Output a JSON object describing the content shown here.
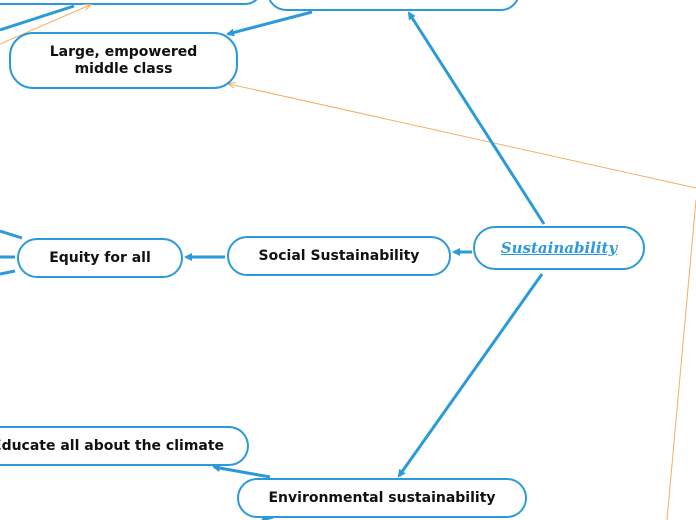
{
  "diagram": {
    "accent_color": "#2b9ad9",
    "relation_color": "#f2b061",
    "nodes": {
      "root": "Sustainability",
      "social": "Social Sustainability",
      "equity": "Equity for all",
      "middle_class": "Large, empowered middle class",
      "environmental": "Environmental sustainability",
      "educate": "Educate all about the climate"
    }
  }
}
